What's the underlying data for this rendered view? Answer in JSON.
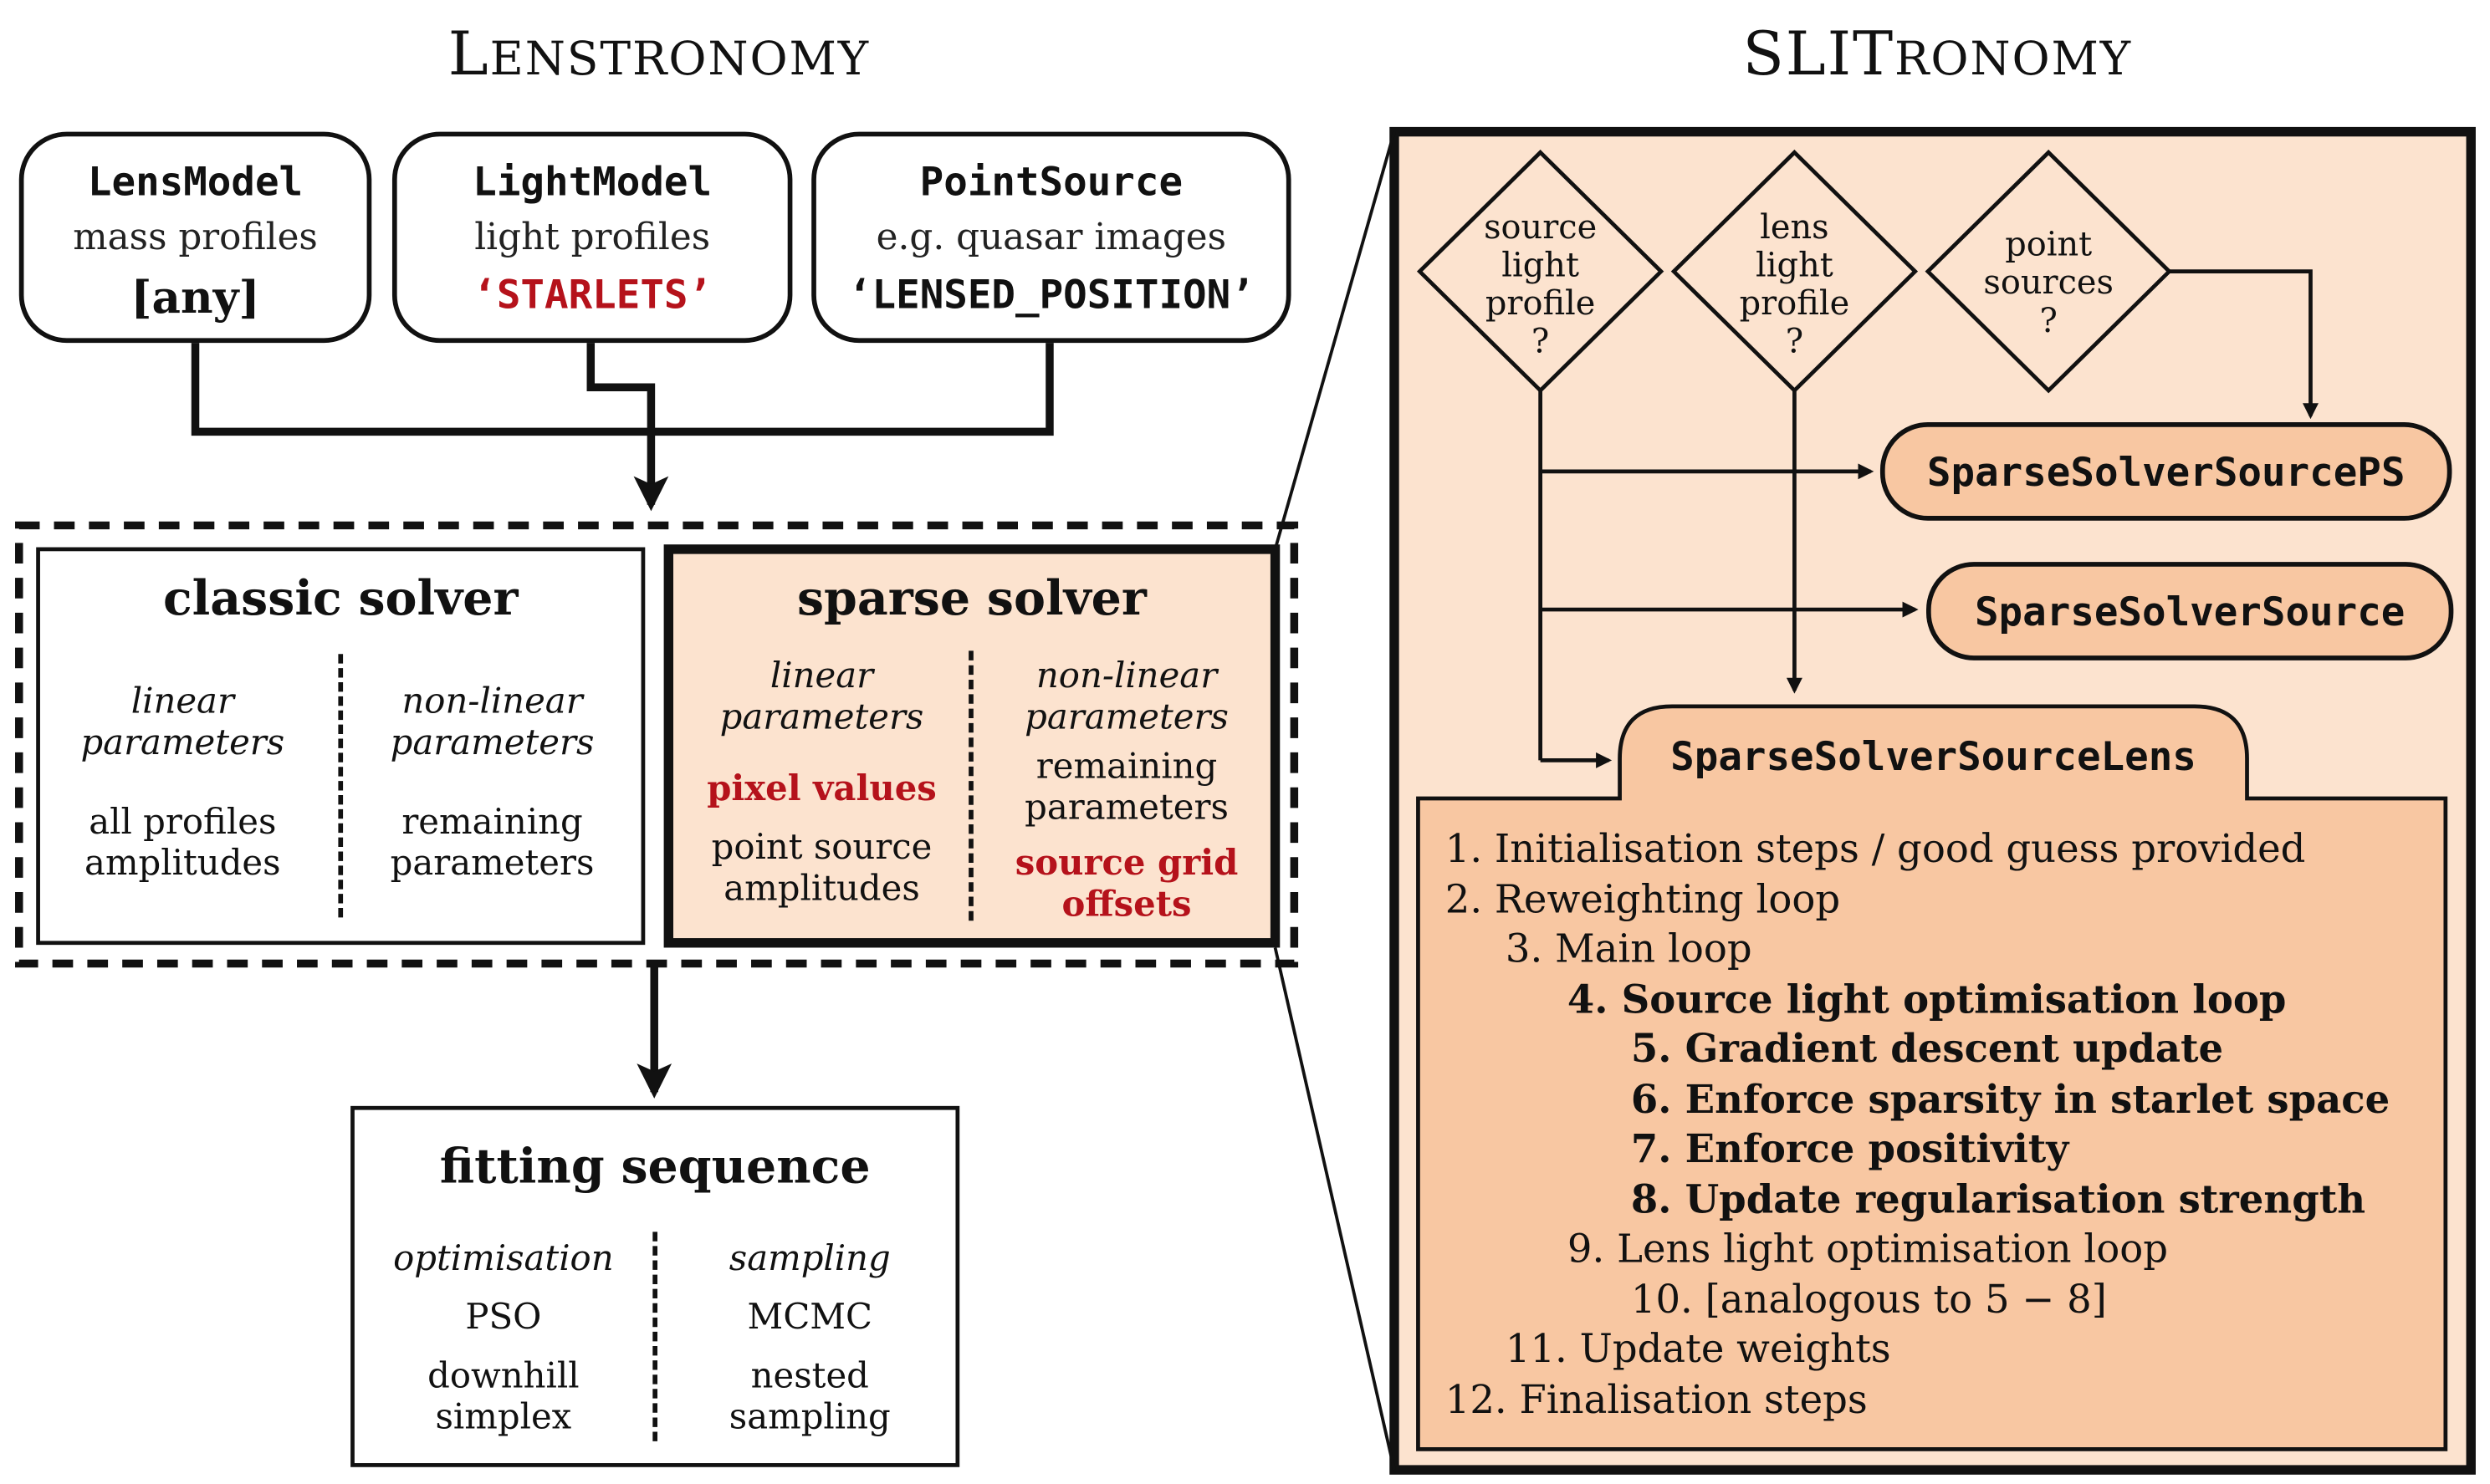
{
  "titles": {
    "left_title_initial": "L",
    "left_title_rest": "ENSTRONOMY",
    "right_title_initial": "SLIT",
    "right_title_rest": "RONOMY"
  },
  "models": [
    {
      "name": "LensModel",
      "desc": "mass profiles",
      "value": "[any]"
    },
    {
      "name": "LightModel",
      "desc": "light profiles",
      "value": "‘STARLETS’"
    },
    {
      "name": "PointSource",
      "desc": "e.g. quasar images",
      "value": "‘LENSED_POSITION’"
    }
  ],
  "classic_solver": {
    "title": "classic solver",
    "left_header": [
      "linear",
      "parameters"
    ],
    "right_header": [
      "non-linear",
      "parameters"
    ],
    "left_body": [
      "all profiles",
      "amplitudes"
    ],
    "right_body": [
      "remaining",
      "parameters"
    ]
  },
  "sparse_solver": {
    "title": "sparse solver",
    "left_header": [
      "linear",
      "parameters"
    ],
    "right_header": [
      "non-linear",
      "parameters"
    ],
    "left_highlight": "pixel values",
    "left_body": [
      "point source",
      "amplitudes"
    ],
    "right_body": [
      "remaining",
      "parameters"
    ],
    "right_highlight": [
      "source grid",
      "offsets"
    ]
  },
  "fitting_sequence": {
    "title": "fitting sequence",
    "left_header": "optimisation",
    "right_header": "sampling",
    "left_rows": [
      "PSO",
      "downhill",
      "simplex"
    ],
    "right_rows": [
      "MCMC",
      "nested",
      "sampling"
    ]
  },
  "decisions": [
    {
      "lines": [
        "source",
        "light",
        "profile",
        "?"
      ]
    },
    {
      "lines": [
        "lens",
        "light",
        "profile",
        "?"
      ]
    },
    {
      "lines": [
        "point",
        "sources",
        "?"
      ]
    }
  ],
  "solver_classes": {
    "ps": "SparseSolverSourcePS",
    "source": "SparseSolverSource",
    "source_lens": "SparseSolverSourceLens"
  },
  "steps": [
    {
      "text": "1. Initialisation steps / good guess provided",
      "indent": 0,
      "bold": false
    },
    {
      "text": "2. Reweighting loop",
      "indent": 0,
      "bold": false
    },
    {
      "text": "3. Main loop",
      "indent": 1,
      "bold": false
    },
    {
      "text": "4. Source light optimisation loop",
      "indent": 2,
      "bold": true
    },
    {
      "text": "5. Gradient descent update",
      "indent": 3,
      "bold": true
    },
    {
      "text": "6. Enforce sparsity in starlet space",
      "indent": 3,
      "bold": true
    },
    {
      "text": "7. Enforce positivity",
      "indent": 3,
      "bold": true
    },
    {
      "text": "8. Update regularisation strength",
      "indent": 3,
      "bold": true
    },
    {
      "text": "9. Lens light optimisation loop",
      "indent": 2,
      "bold": false
    },
    {
      "text": "10. [analogous to 5 − 8]",
      "indent": 3,
      "bold": false
    },
    {
      "text": "11. Update weights",
      "indent": 1,
      "bold": false
    },
    {
      "text": "12. Finalisation steps",
      "indent": 0,
      "bold": false
    }
  ],
  "colors": {
    "panel_fill": "#fce3cf",
    "highlight_fill": "#f8c7a2",
    "accent_red": "#b5121b",
    "line": "#111111"
  }
}
